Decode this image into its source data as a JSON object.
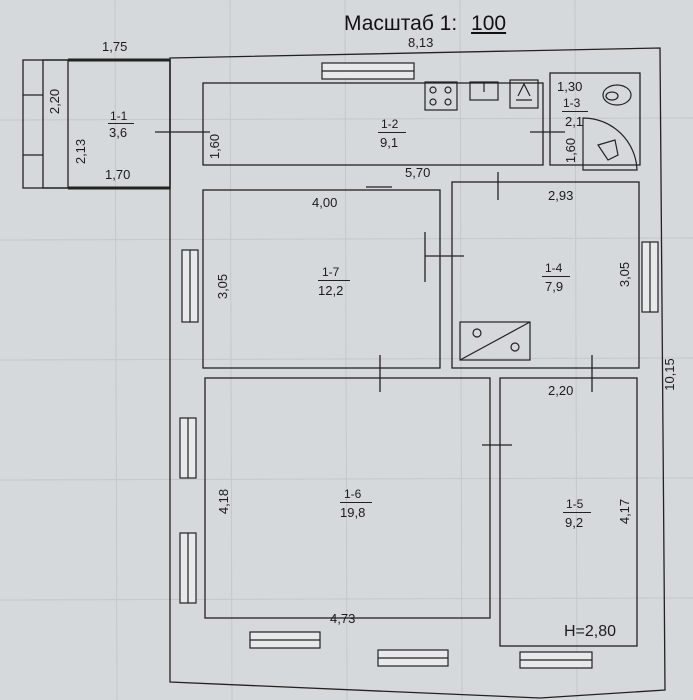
{
  "title": {
    "prefix": "Масштаб 1:",
    "scale": "100"
  },
  "rooms": [
    {
      "id": "1-1",
      "area": "3,6"
    },
    {
      "id": "1-2",
      "area": "9,1"
    },
    {
      "id": "1-3",
      "area": "2,1"
    },
    {
      "id": "1-4",
      "area": "7,9"
    },
    {
      "id": "1-5",
      "area": "9,2"
    },
    {
      "id": "1-6",
      "area": "19,8"
    },
    {
      "id": "1-7",
      "area": "12,2"
    }
  ],
  "dimensions": {
    "top_total": "8,13",
    "right_total": "10,15",
    "porch_top": "1,75",
    "porch_outer_h": "2,20",
    "porch_inner_h": "2,13",
    "porch_bottom": "1,70",
    "kitchen_h_left": "1,60",
    "kitchen_h_right": "1,60",
    "kitchen_w": "5,70",
    "bath_w": "1,30",
    "room7_w": "4,00",
    "room7_h": "3,05",
    "room4_w": "2,93",
    "room4_h": "3,05",
    "room5_w": "2,20",
    "room5_h": "4,17",
    "room6_h": "4,18",
    "room6_w": "4,73"
  },
  "ceiling_height": "H=2,80"
}
